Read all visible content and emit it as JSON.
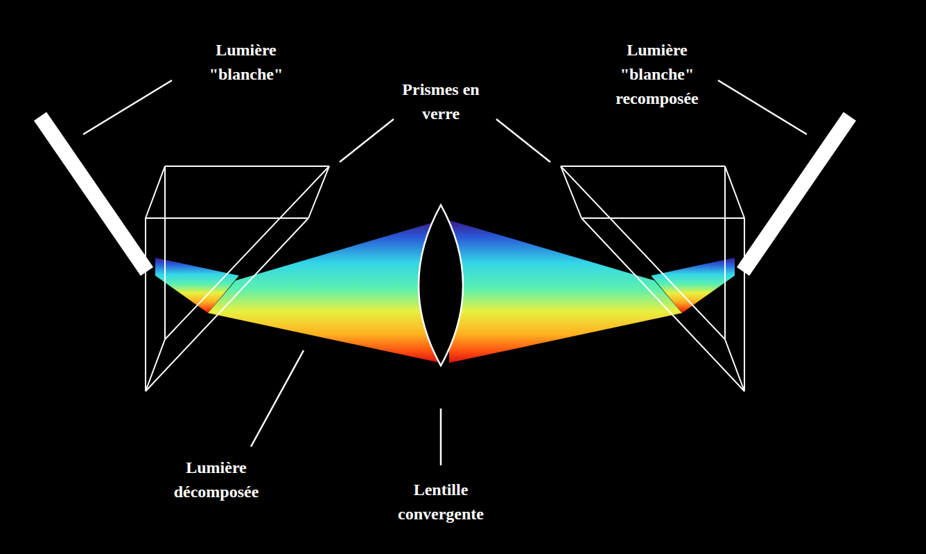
{
  "diagram": {
    "labels": [
      "Lumière \"blanche\"",
      "Prismes en verre",
      "Lumière \"blanche\" recomposée",
      "Lumière décomposée",
      "Lentille convergente"
    ]
  }
}
